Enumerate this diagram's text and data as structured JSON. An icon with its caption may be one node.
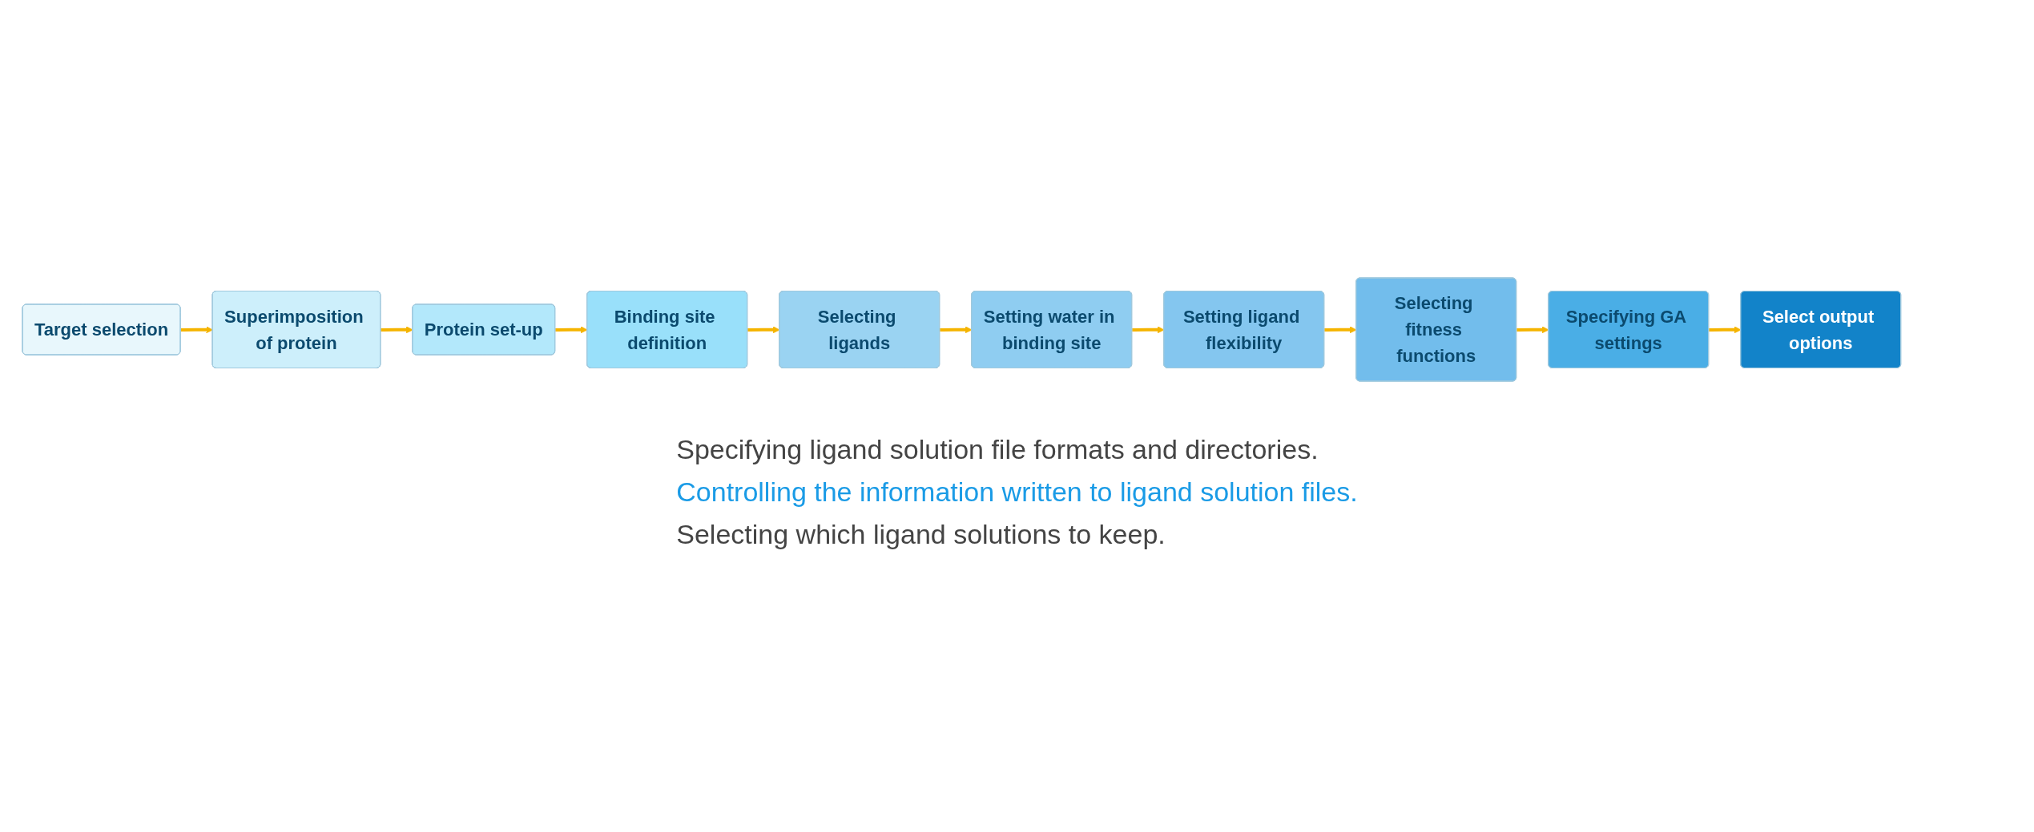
{
  "diagram": {
    "nodes": [
      {
        "text": [
          "Target selection"
        ]
      },
      {
        "text": [
          "Superimposition of protein"
        ]
      },
      {
        "text": [
          "Protein set-up"
        ]
      },
      {
        "text": [
          "Binding site definition"
        ]
      },
      {
        "text": [
          "Selecting ligands"
        ]
      },
      {
        "text": [
          "Setting water in binding site"
        ]
      },
      {
        "text": [
          "Setting ligand flexibility"
        ]
      },
      {
        "text": [
          "Selecting fitness functions"
        ]
      },
      {
        "text": [
          "Specifying GA settings"
        ]
      },
      {
        "text": [
          "Select output options"
        ]
      }
    ],
    "edges": [
      {
        "from": 0,
        "to": 1,
        "arrow": "to"
      },
      {
        "from": 1,
        "to": 2,
        "arrow": "to"
      },
      {
        "from": 2,
        "to": 3,
        "arrow": "to"
      },
      {
        "from": 3,
        "to": 4,
        "arrow": "to"
      },
      {
        "from": 4,
        "to": 5,
        "arrow": "to"
      },
      {
        "from": 5,
        "to": 6,
        "arrow": "to"
      },
      {
        "from": 6,
        "to": 7,
        "arrow": "to"
      },
      {
        "from": 7,
        "to": 8,
        "arrow": "to"
      },
      {
        "from": 8,
        "to": 9,
        "arrow": "to"
      }
    ],
    "labels": [
      "Specifying ligand solution file formats and directories.",
      "Controlling the information written to ligand solution files.",
      "Selecting which ligand solutions to keep."
    ]
  }
}
